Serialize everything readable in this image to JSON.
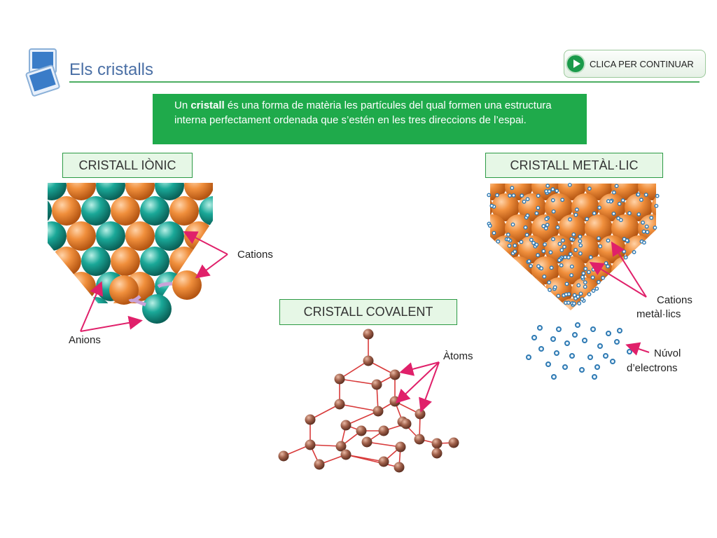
{
  "header": {
    "title": "Els cristalls",
    "continue_label": "CLICA PER CONTINUAR"
  },
  "definition": {
    "prefix": "Un ",
    "bold_word": "cristall",
    "rest": " és una forma de matèria les partícules del qual formen una estructura interna perfectament ordenada que s’estén en les tres direccions de l’espai."
  },
  "sections": {
    "ionic": {
      "label": "CRISTALL IÒNIC",
      "cations": "Cations",
      "anions": "Anions"
    },
    "covalent": {
      "label": "CRISTALL COVALENT",
      "atoms": "Àtoms"
    },
    "metallic": {
      "label": "CRISTALL METÀL·LIC",
      "cations_line1": "Cations",
      "cations_line2": "metàl·lics",
      "cloud_line1": "Núvol",
      "cloud_line2": "d’electrons"
    }
  },
  "colors": {
    "accent_green": "#1faa4b",
    "cation_orange": "#ee8a3a",
    "anion_teal": "#19a394",
    "arrow_magenta": "#e0206a",
    "atom_brown": "#9c5a44",
    "bond_red": "#d83a3a",
    "electron_blue": "#2f7ab3",
    "title_blue": "#4a6fa5"
  },
  "icons": [
    "screen-logo-icon",
    "play-icon"
  ]
}
